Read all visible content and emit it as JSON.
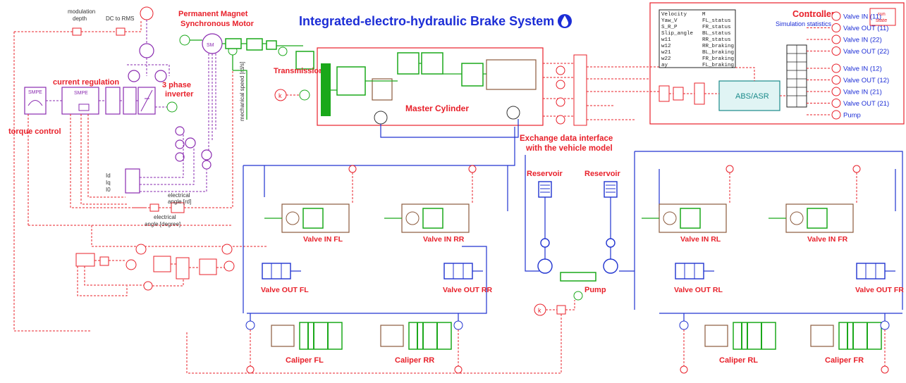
{
  "title": "Integrated-electro-hydraulic Brake System",
  "colors": {
    "title": "#1c2dd6",
    "label": "#e8202a",
    "hydraulic": "#2033d0",
    "signal": "#e8202a",
    "electric": "#8a2bb0",
    "mechanical": "#1aa81a"
  },
  "icons": {
    "title_icon": "water-drop-icon"
  },
  "motor": {
    "label_line1": "Permanent Magnet",
    "label_line2": "Synchronous Motor"
  },
  "labels": {
    "modulation_depth_line1": "modulation",
    "modulation_depth_line2": "depth",
    "dc_to_rms": "DC to RMS",
    "current_regulation": "current regulation",
    "three_phase_inverter_line1": "3 phase",
    "three_phase_inverter_line2": "inverter",
    "torque_control": "torque control",
    "transmission": "Transmission",
    "mechanical_speed": "mechanical speed [rd/s]",
    "master_cylinder": "Master Cylinder",
    "exchange_line1": "Exchange data interface",
    "exchange_line2": "with the vehicle model",
    "electrical_angle_rd_line1": "electrical",
    "electrical_angle_rd_line2": "angle [rd]",
    "electrical_angle_deg_line1": "electrical",
    "electrical_angle_deg_line2": "angle [degree]",
    "id": "Id",
    "iq": "Iq",
    "i0": "I0",
    "smpe1": "SMPE",
    "smpe2": "SMPE",
    "reservoir_left": "Reservoir",
    "reservoir_right": "Reservoir",
    "pump": "Pump",
    "abs_asr": "ABS/ASR",
    "k1": "k",
    "k2": "k"
  },
  "controller": {
    "title": "Controller",
    "subtitle": "Simulation statistics",
    "run_state_line1": "run",
    "run_state_line2": "state",
    "inputs": [
      "Velocity",
      "Yaw_V",
      "S_R_P",
      "Slip_angle",
      "w11",
      "w12",
      "w21",
      "w22",
      "ay"
    ],
    "outputs": [
      "M",
      "FL_status",
      "FR_status",
      "BL_status",
      "RR_status",
      "RR_braking",
      "BL_braking",
      "FR_braking",
      "FL_braking"
    ],
    "valve_outputs": [
      "Valve IN (11)",
      "Valve OUT (11)",
      "Valve IN (22)",
      "Valve OUT (22)",
      "Valve IN (12)",
      "Valve OUT (12)",
      "Valve IN (21)",
      "Valve OUT (21)",
      "Pump"
    ]
  },
  "valves_in": [
    "Valve IN FL",
    "Valve IN RR",
    "Valve IN RL",
    "Valve IN FR"
  ],
  "valves_out": [
    "Valve OUT FL",
    "Valve OUT RR",
    "Valve OUT RL",
    "Valve OUT FR"
  ],
  "calipers": [
    "Caliper FL",
    "Caliper RR",
    "Caliper RL",
    "Caliper FR"
  ]
}
